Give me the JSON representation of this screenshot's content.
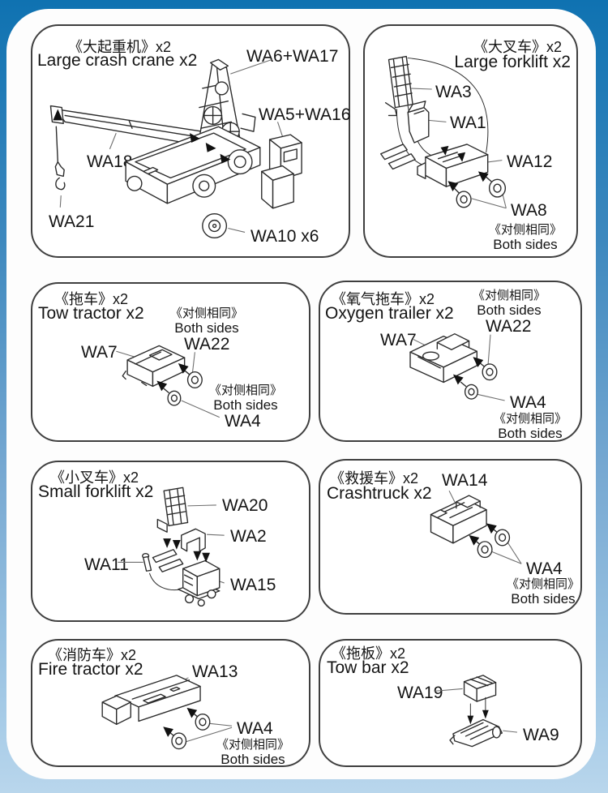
{
  "sheet": {
    "type": "model-kit-assembly-instructions",
    "background_accent": "#0f72b1",
    "background_bottom": "#a9cde8",
    "paper_color": "#ffffff"
  },
  "panels": [
    {
      "id": "large-crash-crane",
      "title_zh": "《大起重机》x2",
      "title_en": "Large crash crane x2",
      "parts": [
        "WA6+WA17",
        "WA5+WA16",
        "WA18",
        "WA21",
        "WA10 x6"
      ]
    },
    {
      "id": "large-forklift",
      "title_zh": "《大叉车》x2",
      "title_en": "Large forklift x2",
      "parts": [
        "WA3",
        "WA1",
        "WA12",
        "WA8"
      ],
      "notes": [
        {
          "zh": "《对侧相同》",
          "en": "Both sides"
        }
      ]
    },
    {
      "id": "tow-tractor",
      "title_zh": "《拖车》x2",
      "title_en": "Tow tractor x2",
      "parts": [
        "WA7",
        "WA22",
        "WA4"
      ],
      "notes": [
        {
          "zh": "《对侧相同》",
          "en": "Both sides"
        },
        {
          "zh": "《对侧相同》",
          "en": "Both sides"
        }
      ]
    },
    {
      "id": "oxygen-trailer",
      "title_zh": "《氧气拖车》x2",
      "title_en": "Oxygen trailer x2",
      "parts": [
        "WA7",
        "WA22",
        "WA4"
      ],
      "notes": [
        {
          "zh": "《对侧相同》",
          "en": "Both sides"
        },
        {
          "zh": "《对侧相同》",
          "en": "Both sides"
        }
      ]
    },
    {
      "id": "small-forklift",
      "title_zh": "《小叉车》x2",
      "title_en": "Small forklift x2",
      "parts": [
        "WA20",
        "WA2",
        "WA11",
        "WA15"
      ]
    },
    {
      "id": "crashtruck",
      "title_zh": "《救援车》x2",
      "title_en": "Crashtruck x2",
      "parts": [
        "WA14",
        "WA4"
      ],
      "notes": [
        {
          "zh": "《对侧相同》",
          "en": "Both sides"
        }
      ]
    },
    {
      "id": "fire-tractor",
      "title_zh": "《消防车》x2",
      "title_en": "Fire tractor x2",
      "parts": [
        "WA13",
        "WA4"
      ],
      "notes": [
        {
          "zh": "《对侧相同》",
          "en": "Both sides"
        }
      ]
    },
    {
      "id": "tow-bar",
      "title_zh": "《拖板》x2",
      "title_en": "Tow bar x2",
      "parts": [
        "WA19",
        "WA9"
      ]
    }
  ]
}
